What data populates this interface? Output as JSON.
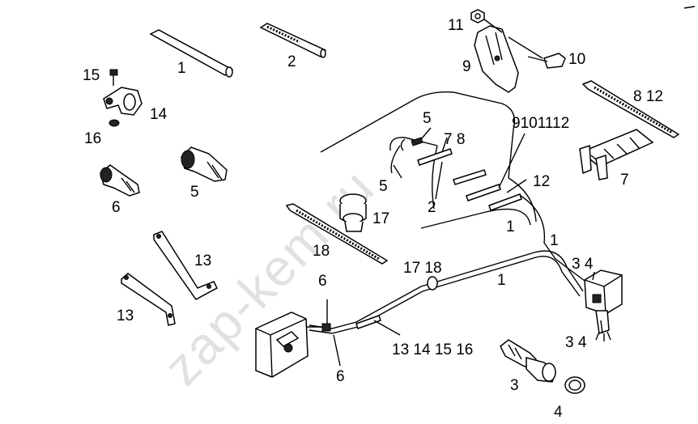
{
  "watermark": "zap-kem.ru",
  "labels": [
    {
      "id": "l1a",
      "text": "1"
    },
    {
      "id": "l2a",
      "text": "2"
    },
    {
      "id": "l15",
      "text": "15"
    },
    {
      "id": "l14",
      "text": "14"
    },
    {
      "id": "l16",
      "text": "16"
    },
    {
      "id": "l6a",
      "text": "6"
    },
    {
      "id": "l5a",
      "text": "5"
    },
    {
      "id": "l13a",
      "text": "13"
    },
    {
      "id": "l13b",
      "text": "13"
    },
    {
      "id": "l11",
      "text": "11"
    },
    {
      "id": "l10",
      "text": "10"
    },
    {
      "id": "l9",
      "text": "9"
    },
    {
      "id": "l812",
      "text": "8 12"
    },
    {
      "id": "l9101112",
      "text": "9101112"
    },
    {
      "id": "l5b",
      "text": "5"
    },
    {
      "id": "l78",
      "text": "7 8"
    },
    {
      "id": "l5c",
      "text": "5"
    },
    {
      "id": "l2b",
      "text": "2"
    },
    {
      "id": "l12",
      "text": "12"
    },
    {
      "id": "l7",
      "text": "7"
    },
    {
      "id": "l17a",
      "text": "17"
    },
    {
      "id": "l18a",
      "text": "18"
    },
    {
      "id": "l1b",
      "text": "1"
    },
    {
      "id": "l1c",
      "text": "1"
    },
    {
      "id": "l1718",
      "text": "17 18"
    },
    {
      "id": "l1d",
      "text": "1"
    },
    {
      "id": "l34a",
      "text": "3 4"
    },
    {
      "id": "l34b",
      "text": "3 4"
    },
    {
      "id": "l6b",
      "text": "6"
    },
    {
      "id": "l6c",
      "text": "6"
    },
    {
      "id": "l13141516",
      "text": "13 14 15 16"
    },
    {
      "id": "l3",
      "text": "3"
    },
    {
      "id": "l4",
      "text": "4"
    }
  ]
}
